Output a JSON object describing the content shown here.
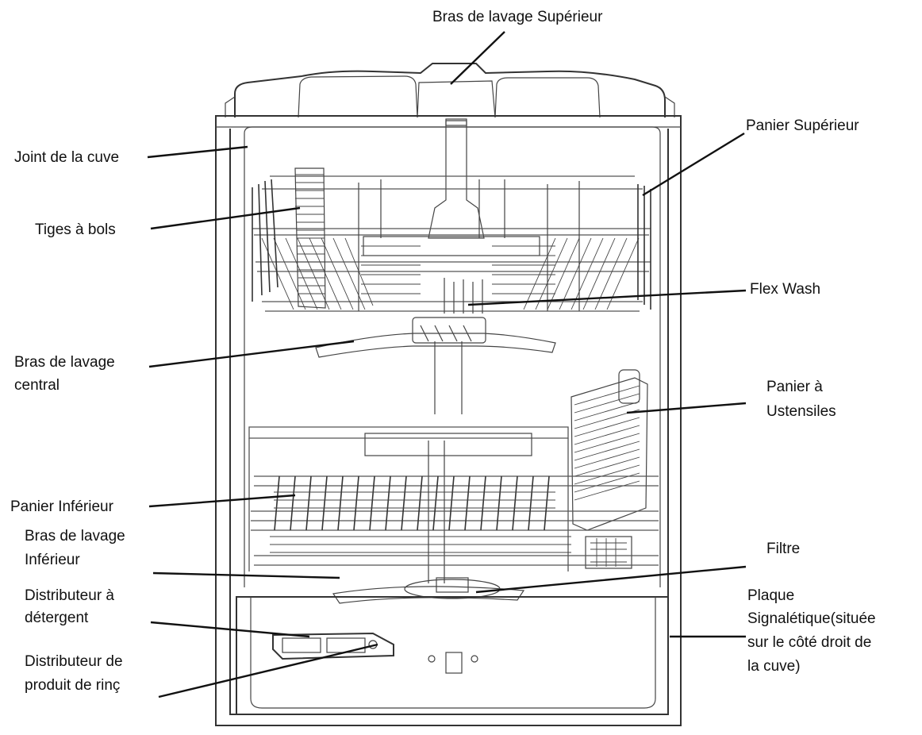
{
  "labels": {
    "bras_superieur": [
      "Bras de lavage Supérieur"
    ],
    "joint_cuve": [
      "Joint de la cuve"
    ],
    "tiges_bols": [
      "Tiges à bols"
    ],
    "bras_central": [
      "Bras de lavage",
      "central"
    ],
    "panier_inferieur": [
      "Panier Inférieur"
    ],
    "bras_inferieur": [
      "Bras de lavage",
      "Inférieur"
    ],
    "distributeur_detergent": [
      "Distributeur à",
      "détergent"
    ],
    "distributeur_rincage": [
      "Distributeur de",
      "produit de rinç"
    ],
    "panier_superieur": [
      "Panier Supérieur"
    ],
    "flex_wash": [
      "Flex Wash"
    ],
    "panier_ustensiles": [
      "Panier à",
      "Ustensiles"
    ],
    "filtre": [
      "Filtre"
    ],
    "plaque_signaletique": [
      "Plaque",
      "Signalétique(située",
      "sur le côté droit de",
      "la cuve)"
    ]
  }
}
